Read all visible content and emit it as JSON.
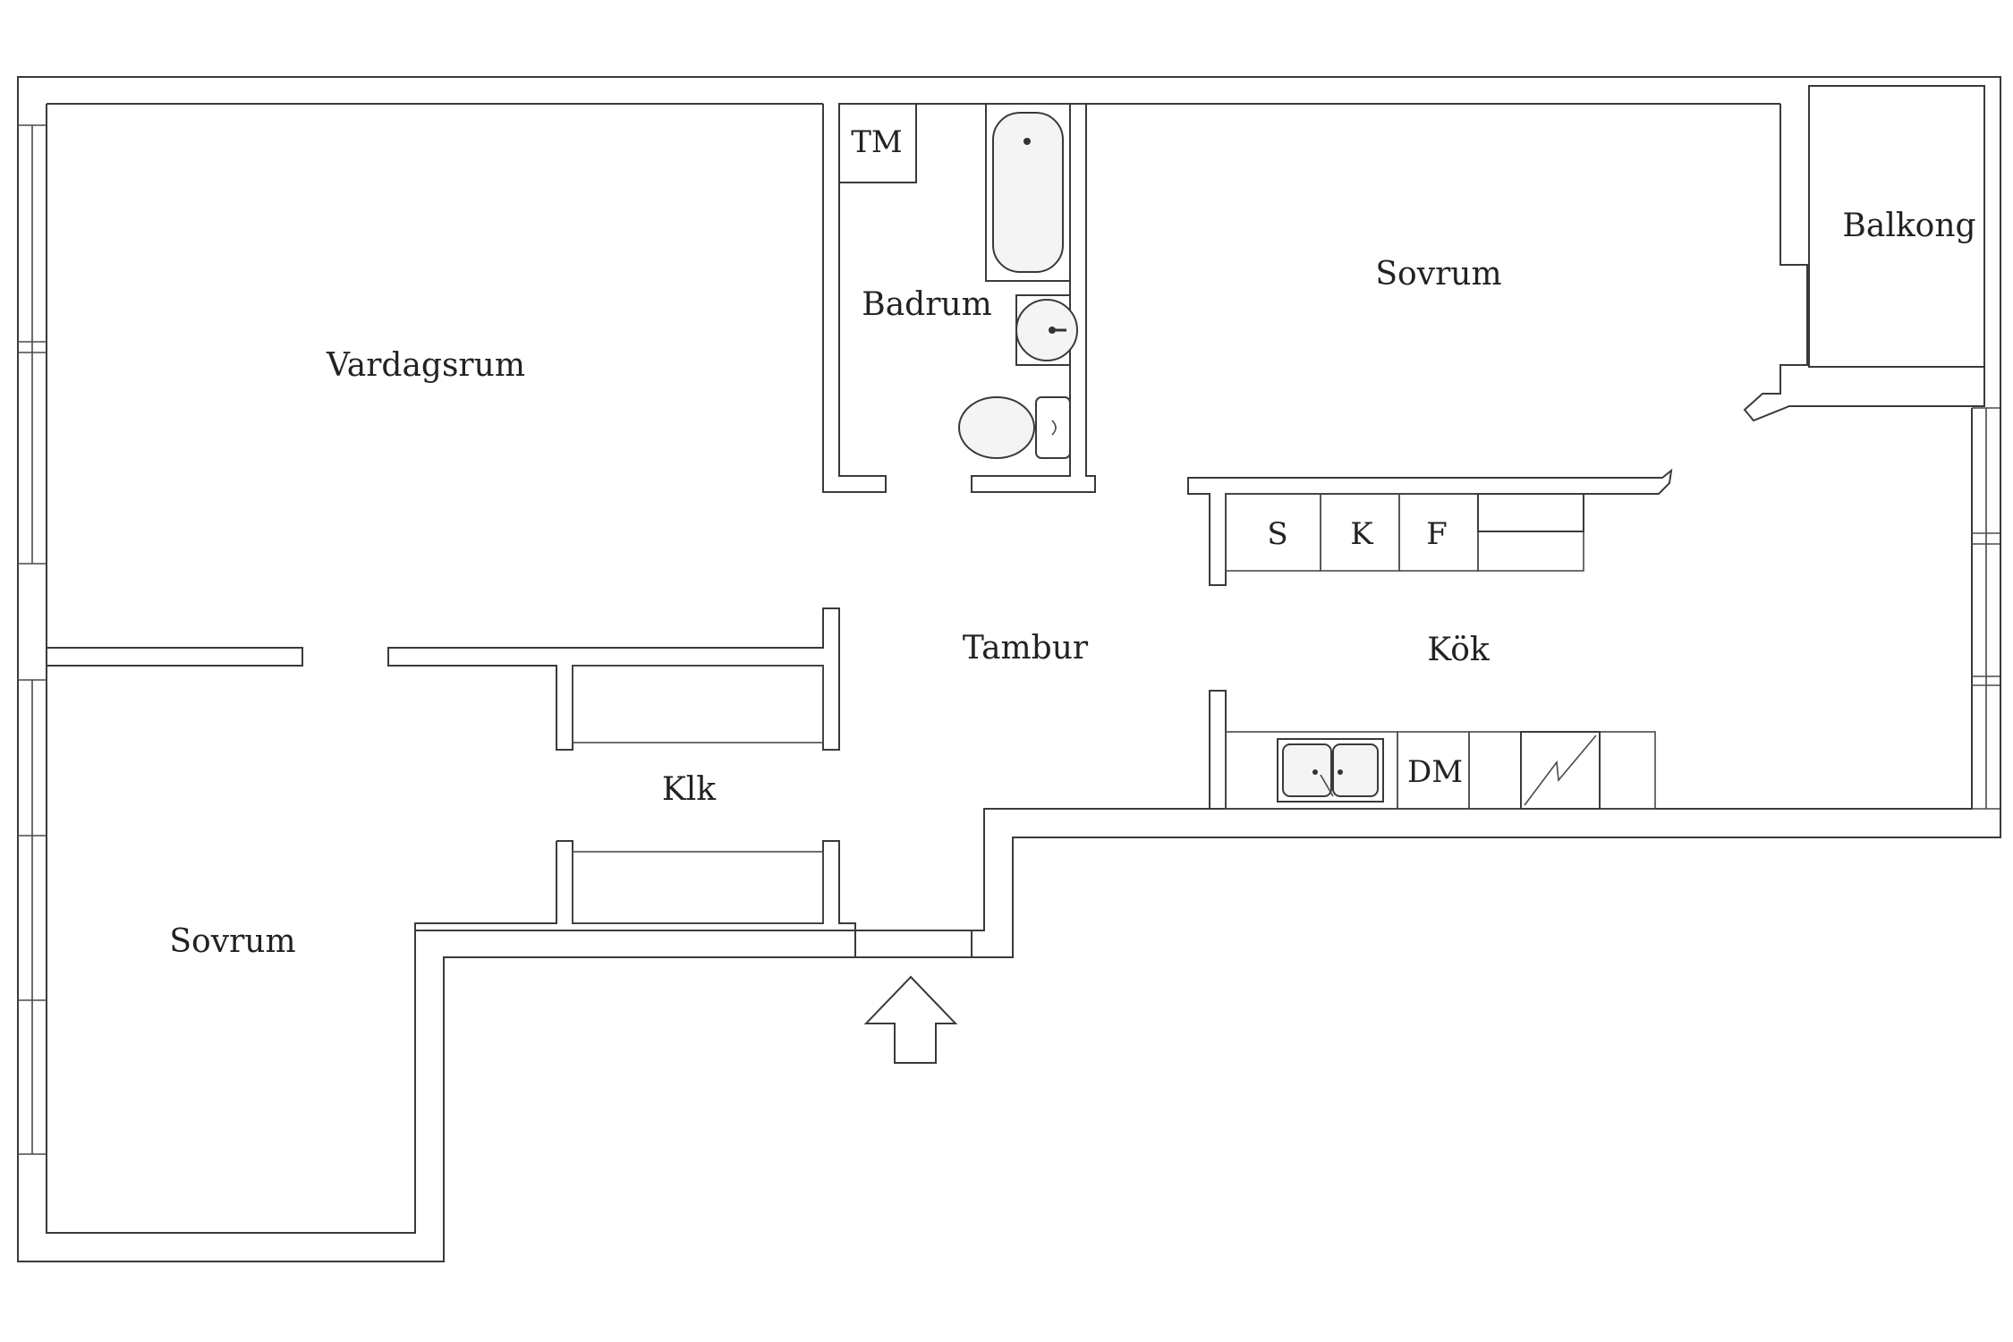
{
  "rooms": {
    "vardagsrum": "Vardagsrum",
    "badrum": "Badrum",
    "tm": "TM",
    "sovrum_top": "Sovrum",
    "balkong": "Balkong",
    "tambur": "Tambur",
    "kok": "Kök",
    "klk": "Klk",
    "sovrum_bottom": "Sovrum"
  },
  "appliances": {
    "s": "S",
    "k": "K",
    "f": "F",
    "dm": "DM"
  },
  "icons": {
    "entrance": "entrance-arrow-icon",
    "bathtub": "bathtub-icon",
    "sink": "washbasin-icon",
    "toilet": "toilet-icon",
    "kitchen_sink": "kitchen-sink-icon",
    "stove": "stove-icon"
  }
}
